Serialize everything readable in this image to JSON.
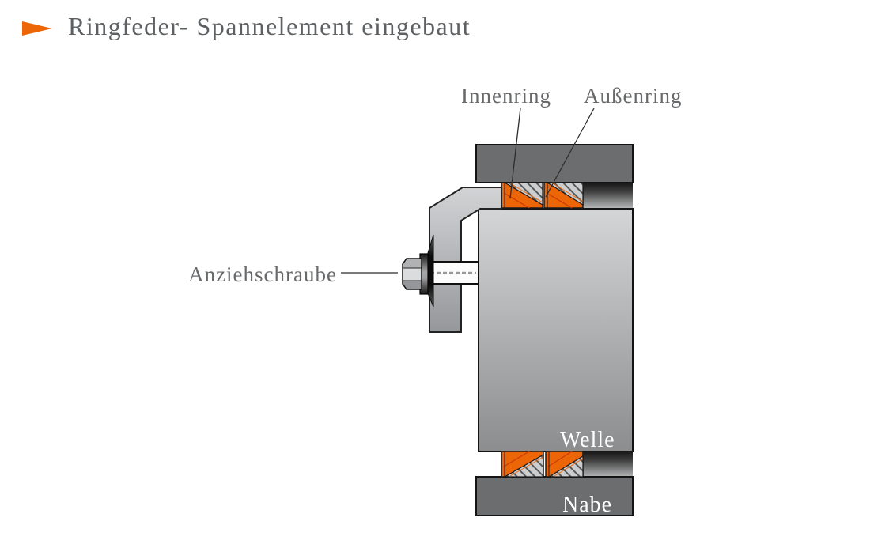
{
  "header": {
    "title": "Ringfeder- Spannelement eingebaut",
    "bullet_icon": "orange-right-arrow"
  },
  "diagram": {
    "labels": {
      "inner_ring": "Innenring",
      "outer_ring": "Außenring",
      "screw": "Anziehschraube",
      "shaft": "Welle",
      "hub": "Nabe"
    },
    "colors": {
      "accent_orange": "#EC6608",
      "ring_line_red": "#CC3A00",
      "hub_gray": "#6C6D6F",
      "shaft_light": "#D4D5D7",
      "shaft_dark": "#8B8D8F",
      "flange_light": "#D2D3D5",
      "flange_dark": "#95979A",
      "hatch_base": "#CBCDCE",
      "hatch_line": "#4D4F50",
      "outline": "#1A1A1A",
      "heading_text": "#5E6163",
      "label_text": "#67696B",
      "part_label_text": "#FFFFFF"
    }
  }
}
